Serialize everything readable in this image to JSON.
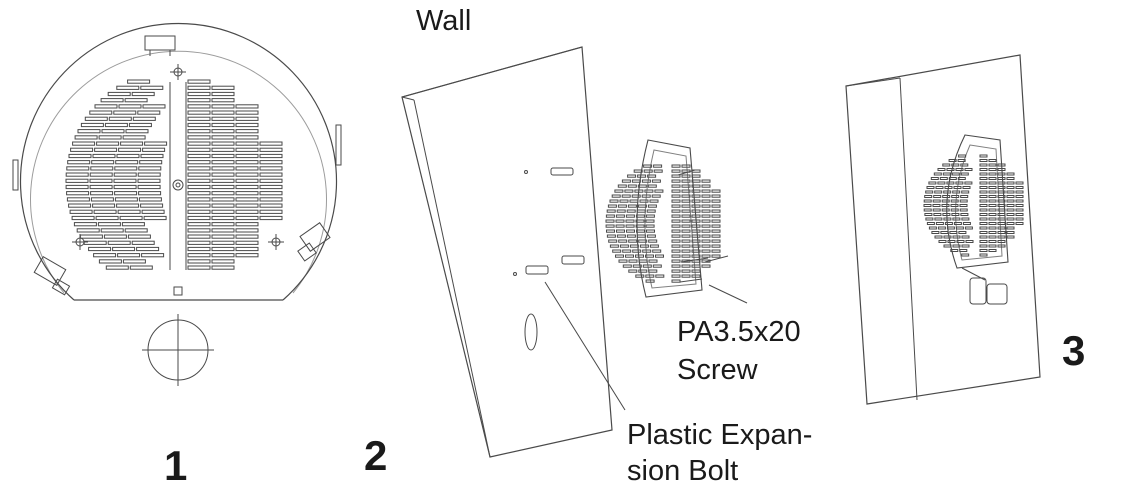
{
  "labels": {
    "wall": "Wall",
    "screw_line1": "PA3.5x20",
    "screw_line2": "Screw",
    "bolt_line1": "Plastic Expan-",
    "bolt_line2": "sion Bolt"
  },
  "steps": [
    "1",
    "2",
    "3"
  ],
  "colors": {
    "line": "#4a4a4a",
    "text": "#1a1a1a",
    "background": "#ffffff"
  }
}
